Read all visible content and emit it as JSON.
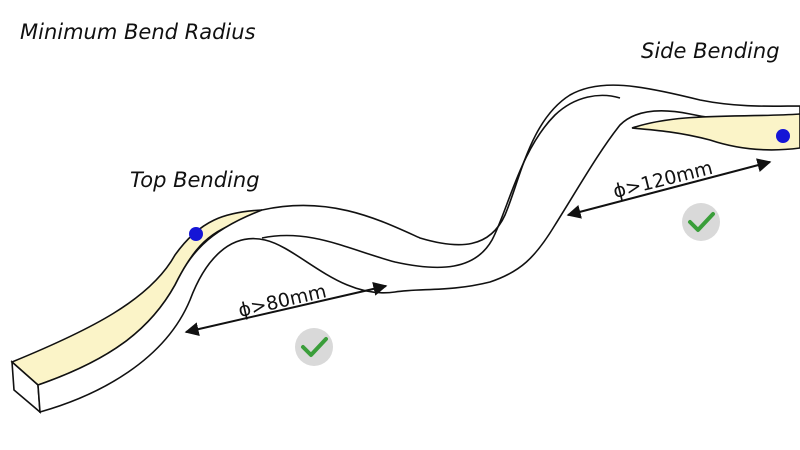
{
  "title": "Minimum Bend Radius",
  "top_bending": {
    "label": "Top Bending",
    "dimension": "ϕ>80mm"
  },
  "side_bending": {
    "label": "Side Bending",
    "dimension": "ϕ>120mm"
  },
  "colors": {
    "strip_face": "#ffffff",
    "strip_edge": "#fbf4c8",
    "outline": "#111111",
    "led_dot": "#1515d6",
    "check": "#3a9e3a",
    "check_bg": "#d9d9d9"
  },
  "icons": [
    "led-dot-icon",
    "checkmark-icon"
  ]
}
